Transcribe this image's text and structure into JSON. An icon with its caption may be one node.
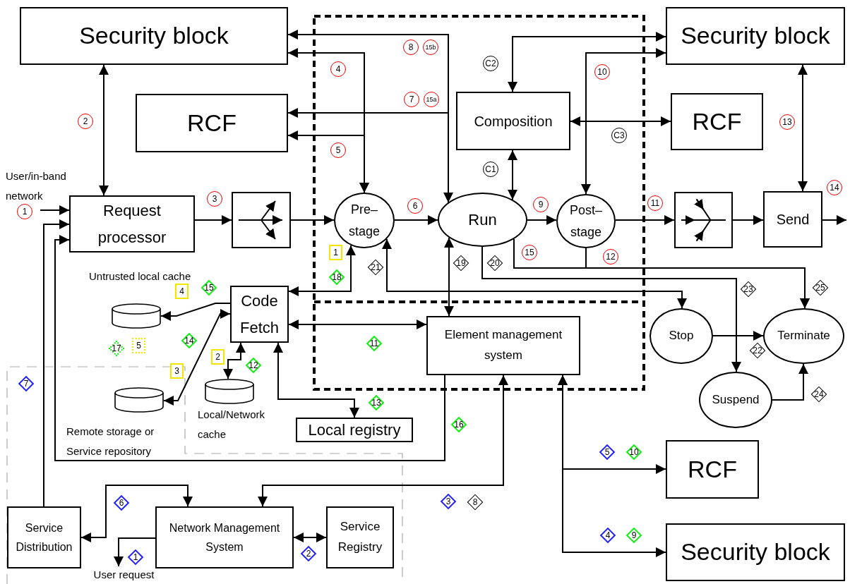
{
  "diagram": {
    "nodes": [
      {
        "text": [
          "Security block"
        ]
      },
      {
        "text": [
          "RCF"
        ]
      },
      {
        "text": [
          "Request processor"
        ]
      },
      {
        "text": [],
        "shape": "box"
      },
      {
        "text": [
          "Pre–stage"
        ]
      },
      {
        "text": [
          "Run"
        ]
      },
      {
        "text": [
          "Post–stage"
        ]
      },
      {
        "text": [
          "Composition"
        ]
      },
      {
        "text": [
          "Security block"
        ]
      },
      {
        "text": [
          "RCF"
        ]
      },
      {
        "text": [],
        "shape": "box"
      },
      {
        "text": [
          "Send"
        ]
      },
      {
        "text": [
          "Code Fetch"
        ]
      },
      {
        "text": [
          "Element management system"
        ]
      },
      {
        "text": [
          "Stop"
        ]
      },
      {
        "text": [
          "Terminate"
        ]
      },
      {
        "text": [
          "Suspend"
        ]
      },
      {
        "text": [],
        "shape": "cylinder",
        "beside": [
          "Untrusted local cache"
        ]
      },
      {
        "text": [],
        "shape": "cylinder",
        "beside": [
          "Remote storage or Service repository"
        ]
      },
      {
        "text": [],
        "shape": "cylinder",
        "beside": [
          "Local/Network cache"
        ]
      },
      {
        "text": [
          "Local registry"
        ]
      },
      {
        "text": [
          "Service Distribution"
        ]
      },
      {
        "text": [
          "Network Management System"
        ]
      },
      {
        "text": [
          "Service Registry"
        ]
      },
      {
        "text": [
          "RCF"
        ]
      },
      {
        "text": [
          "Security block"
        ]
      },
      {
        "text": [
          "User request"
        ]
      }
    ],
    "edges": [
      {
        "from": null,
        "to": 2,
        "arrow": "to"
      },
      {
        "from": 0,
        "to": 2,
        "arrow": "both"
      },
      {
        "from": 2,
        "to": 3,
        "arrow": "to"
      },
      {
        "from": 3,
        "to": 4,
        "arrow": "to"
      },
      {
        "from": 4,
        "to": 5,
        "arrow": "to"
      },
      {
        "from": 5,
        "to": 6,
        "arrow": "to"
      },
      {
        "from": 6,
        "to": 10,
        "arrow": "to"
      },
      {
        "from": 10,
        "to": 11,
        "arrow": "to"
      },
      {
        "from": 11,
        "to": null,
        "arrow": "to"
      },
      {
        "from": 4,
        "to": 0,
        "arrow": "both"
      },
      {
        "from": 4,
        "to": 1,
        "arrow": "both"
      },
      {
        "from": 5,
        "to": 0,
        "arrow": "both"
      },
      {
        "from": 5,
        "to": 1,
        "arrow": "both"
      },
      {
        "from": 7,
        "to": 8,
        "arrow": "both"
      },
      {
        "from": 6,
        "to": 8,
        "arrow": "both"
      },
      {
        "from": 7,
        "to": 9,
        "arrow": "both"
      },
      {
        "from": 7,
        "to": 5,
        "arrow": "both"
      },
      {
        "from": 8,
        "to": 11,
        "arrow": "both"
      },
      {
        "from": 12,
        "to": 4,
        "arrow": "both"
      },
      {
        "from": 12,
        "to": 13,
        "arrow": "both"
      },
      {
        "from": 5,
        "to": 13,
        "arrow": "both"
      },
      {
        "from": 5,
        "to": 16,
        "arrow": "to"
      },
      {
        "from": 5,
        "to": 15,
        "arrow": "to"
      },
      {
        "from": 6,
        "to": 15,
        "arrow": "to"
      },
      {
        "from": 4,
        "to": 14,
        "arrow": "both"
      },
      {
        "from": 14,
        "to": 15,
        "arrow": "to"
      },
      {
        "from": 16,
        "to": 15,
        "arrow": "to"
      },
      {
        "from": 13,
        "to": 2,
        "arrow": "to"
      },
      {
        "from": 21,
        "to": 2,
        "arrow": "to"
      },
      {
        "from": 12,
        "to": 17,
        "arrow": "to"
      },
      {
        "from": 12,
        "to": 18,
        "arrow": "both"
      },
      {
        "from": 12,
        "to": 19,
        "arrow": "both"
      },
      {
        "from": 12,
        "to": 20,
        "arrow": "both"
      },
      {
        "from": 22,
        "to": 21,
        "arrow": "both"
      },
      {
        "from": 22,
        "to": 26,
        "arrow": "to"
      },
      {
        "from": 22,
        "to": 23,
        "arrow": "both"
      },
      {
        "from": 22,
        "to": 13,
        "arrow": "both"
      },
      {
        "from": 13,
        "to": 24,
        "arrow": "both"
      },
      {
        "from": 13,
        "to": 25,
        "arrow": "both"
      }
    ],
    "labels": [
      "User/in-band network",
      "8",
      "15b",
      "C2",
      "4",
      "10",
      "7",
      "15a",
      "2",
      "13",
      "C3",
      "5",
      "C1",
      "1",
      "3",
      "6",
      "9",
      "11",
      "14",
      "1",
      "15",
      "12",
      "21",
      "19",
      "20",
      "18",
      "4",
      "15",
      "23",
      "25",
      "17",
      "5",
      "14",
      "11",
      "22",
      "2",
      "12",
      "3",
      "7",
      "24",
      "13",
      "16",
      "5",
      "10",
      "6",
      "3",
      "8",
      "4",
      "9",
      "1",
      "2"
    ]
  }
}
